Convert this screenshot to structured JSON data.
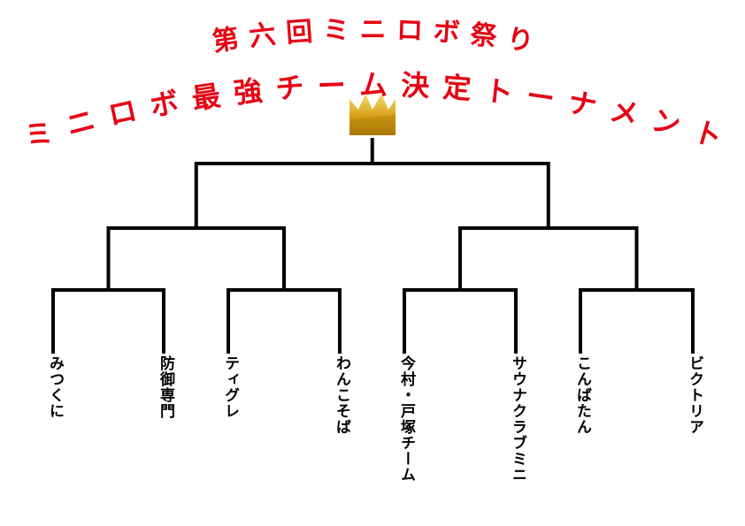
{
  "title": {
    "line1": "第六回ミニロボ祭り",
    "line2": "ミニロボ最強チーム決定トーナメント",
    "color": "#e60012"
  },
  "trophy_icon": "crown-icon",
  "crown_colors": {
    "light": "#f5d24a",
    "dark": "#b8860b"
  },
  "bracket": {
    "line_color": "#000000",
    "teams": [
      "みつくに",
      "防御専門",
      "ティグレ",
      "わんこそば",
      "今村・戸塚チーム",
      "サウナクラブミニ",
      "こんばたん",
      "ビクトリア"
    ]
  }
}
